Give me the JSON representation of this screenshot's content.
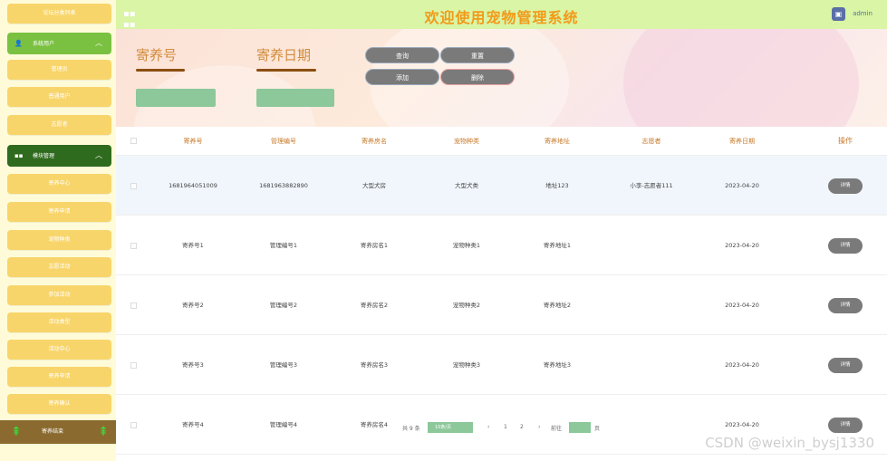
{
  "header": {
    "title": "欢迎使用宠物管理系统",
    "avatar_glyph": "▣",
    "username": "admin"
  },
  "sidebar": {
    "top_item": "论坛分类列表",
    "group1": {
      "label": "系统用户",
      "chevron": "︿",
      "items": [
        "管理员",
        "普通用户",
        "志愿者"
      ]
    },
    "group2": {
      "label": "模块管理",
      "chevron": "︿",
      "items": [
        "寄养中心",
        "寄养申请",
        "宠物种类",
        "志愿活动",
        "参加活动",
        "活动类型",
        "活动中心",
        "寄养申请",
        "寄养确认"
      ]
    },
    "bottom_item": "寄养结束"
  },
  "search": {
    "field1_label": "寄养号",
    "field2_label": "寄养日期",
    "query_button": "查询",
    "reset_button": "重置",
    "add_button": "添加",
    "delete_button": "删除"
  },
  "table": {
    "columns": [
      "寄养号",
      "管理编号",
      "寄养房名",
      "宠物种类",
      "寄养地址",
      "志愿者",
      "寄养日期",
      "操作"
    ],
    "rows": [
      {
        "c0": "1681964051009",
        "c1": "1681963882890",
        "c2": "大型犬房",
        "c3": "大型犬类",
        "c4": "地址123",
        "c5": "小李-志愿者111",
        "c6": "2023-04-20",
        "action": "详情"
      },
      {
        "c0": "寄养号1",
        "c1": "管理编号1",
        "c2": "寄养房名1",
        "c3": "宠物种类1",
        "c4": "寄养地址1",
        "c5": "",
        "c6": "2023-04-20",
        "action": "详情"
      },
      {
        "c0": "寄养号2",
        "c1": "管理编号2",
        "c2": "寄养房名2",
        "c3": "宠物种类2",
        "c4": "寄养地址2",
        "c5": "",
        "c6": "2023-04-20",
        "action": "详情"
      },
      {
        "c0": "寄养号3",
        "c1": "管理编号3",
        "c2": "寄养房名3",
        "c3": "宠物种类3",
        "c4": "寄养地址3",
        "c5": "",
        "c6": "2023-04-20",
        "action": "详情"
      },
      {
        "c0": "寄养号4",
        "c1": "管理编号4",
        "c2": "寄养房名4",
        "c3": "",
        "c4": "",
        "c5": "",
        "c6": "2023-04-20",
        "action": "详情"
      }
    ]
  },
  "pagination": {
    "total": "共 9 条",
    "page_size": "10条/页",
    "prev": "‹",
    "pages": [
      "1",
      "2"
    ],
    "next": "›",
    "goto": "前往",
    "page_suffix": "页"
  },
  "watermark": "CSDN @weixin_bysj1330"
}
